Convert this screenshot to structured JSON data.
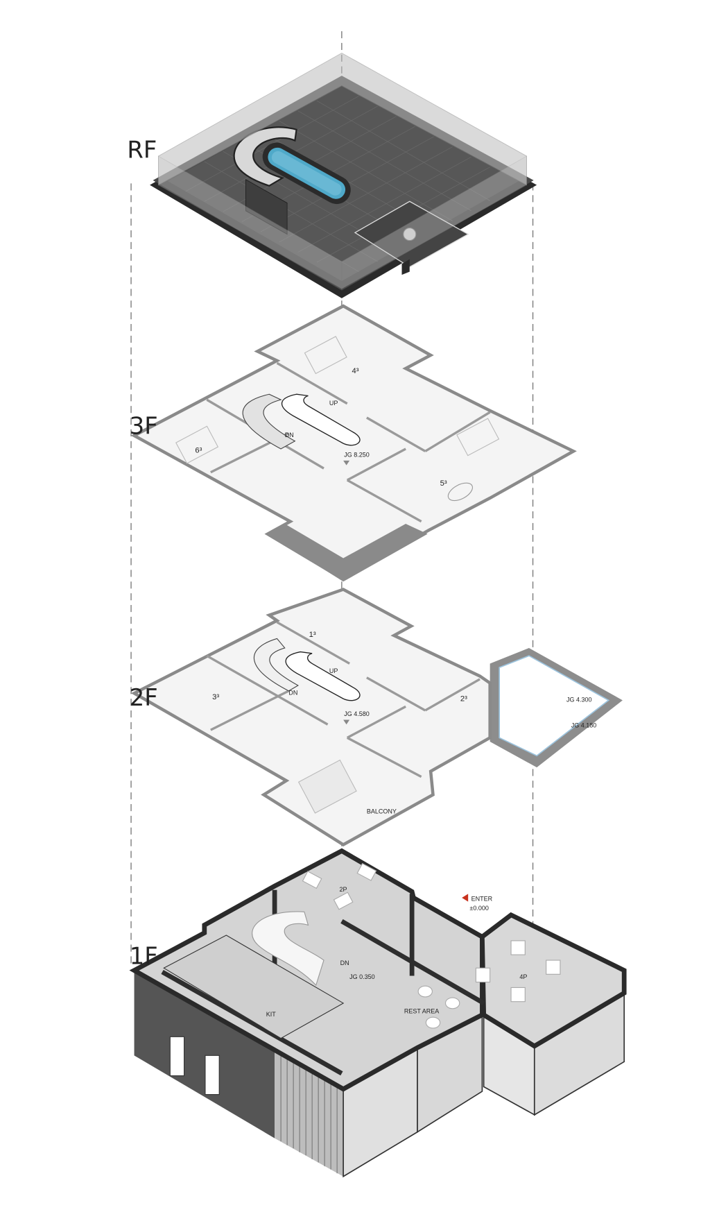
{
  "diagram": {
    "floors": [
      {
        "id": "RF",
        "label": "RF",
        "labels": []
      },
      {
        "id": "3F",
        "label": "3F",
        "labels": [
          "4³",
          "UP",
          "DN",
          "6³",
          "JG 8.250",
          "5³"
        ]
      },
      {
        "id": "2F",
        "label": "2F",
        "labels": [
          "1³",
          "UP",
          "DN",
          "3³",
          "JG 4.580",
          "2³",
          "JG 4.300",
          "JG 4.180",
          "BALCONY"
        ]
      },
      {
        "id": "1F",
        "label": "1F",
        "labels": [
          "2P",
          "ENTER",
          "±0.000",
          "DN",
          "JG 0.350",
          "KIT",
          "REST AREA",
          "4P"
        ]
      }
    ],
    "colors": {
      "roof_slab": "#3a3a3a",
      "pool_water": "#4fa9c9",
      "wall_dark": "#4a4a4a",
      "floor_light": "#d6d6d6",
      "enter_marker": "#c8321e",
      "glazing_blue": "#9cc3dd"
    }
  }
}
